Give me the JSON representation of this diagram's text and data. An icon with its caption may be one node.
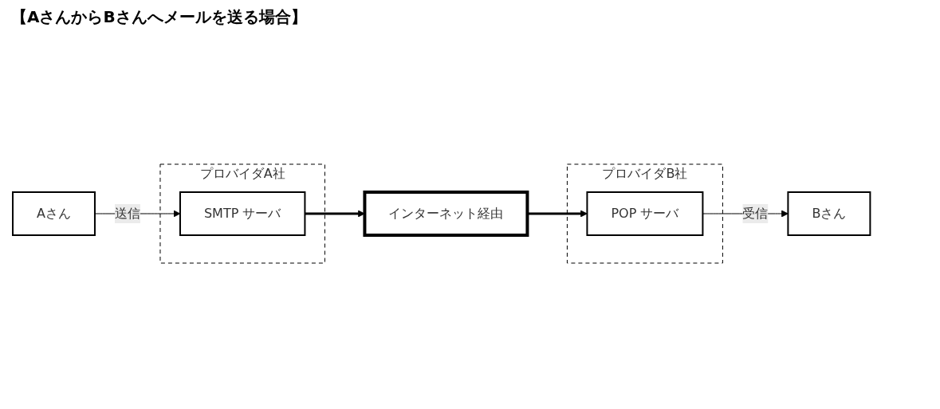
{
  "diagram": {
    "title": "【AさんからBさんへメールを送る場合】",
    "nodes": [
      {
        "text": [
          "Aさん"
        ]
      },
      {
        "text": [
          "プロバイダA社"
        ]
      },
      {
        "text": [
          "SMTP サーバ"
        ],
        "in": 1
      },
      {
        "text": [
          "インターネット経由"
        ]
      },
      {
        "text": [
          "プロバイダB社"
        ]
      },
      {
        "text": [
          "POP サーバ"
        ],
        "in": 4
      },
      {
        "text": [
          "Bさん"
        ]
      }
    ],
    "edges": [
      {
        "from": 0,
        "to": 2,
        "arrow": "to",
        "label": "送信"
      },
      {
        "from": 2,
        "to": 3,
        "arrow": "to",
        "style": "thick"
      },
      {
        "from": 3,
        "to": 5,
        "arrow": "to",
        "style": "thick"
      },
      {
        "from": 5,
        "to": 6,
        "arrow": "to",
        "label": "受信"
      }
    ]
  }
}
